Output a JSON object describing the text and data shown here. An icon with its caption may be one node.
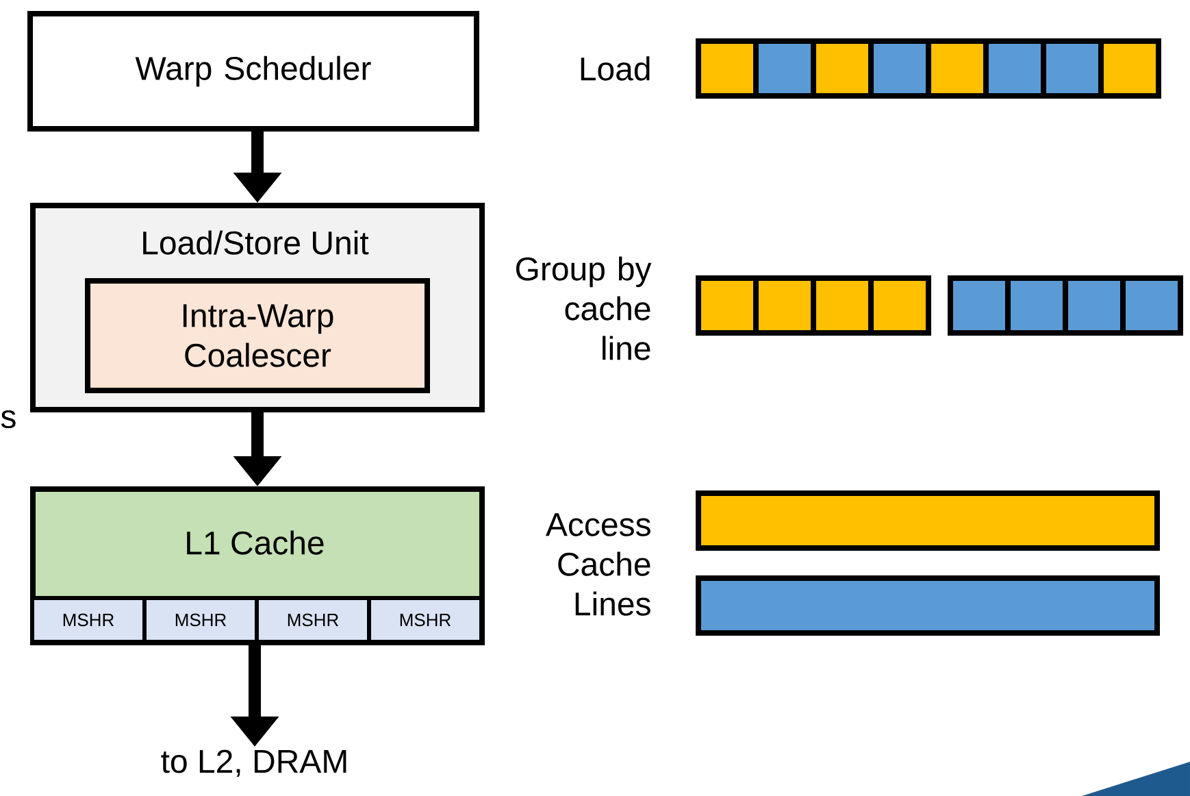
{
  "diagram": {
    "nodes": [
      {
        "text": [
          "Warp Scheduler"
        ]
      },
      {
        "text": [
          "Load/Store Unit"
        ]
      },
      {
        "text": [
          "Intra-Warp Coalescer"
        ],
        "in": 1
      },
      {
        "text": [
          "L1 Cache"
        ]
      },
      {
        "text": [
          "MSHR"
        ],
        "in": 3
      },
      {
        "text": [
          "MSHR"
        ],
        "in": 3
      },
      {
        "text": [
          "MSHR"
        ],
        "in": 3
      },
      {
        "text": [
          "MSHR"
        ],
        "in": 3
      },
      {
        "text": [
          "to L2, DRAM"
        ]
      }
    ],
    "edges": [
      {
        "from": 0,
        "to": 1,
        "arrow": "to"
      },
      {
        "from": 1,
        "to": 3,
        "arrow": "to"
      },
      {
        "from": 3,
        "to": 8,
        "arrow": "to"
      }
    ],
    "labels": [
      "Load",
      "Group by cache line",
      "Access Cache Lines",
      "s"
    ]
  }
}
